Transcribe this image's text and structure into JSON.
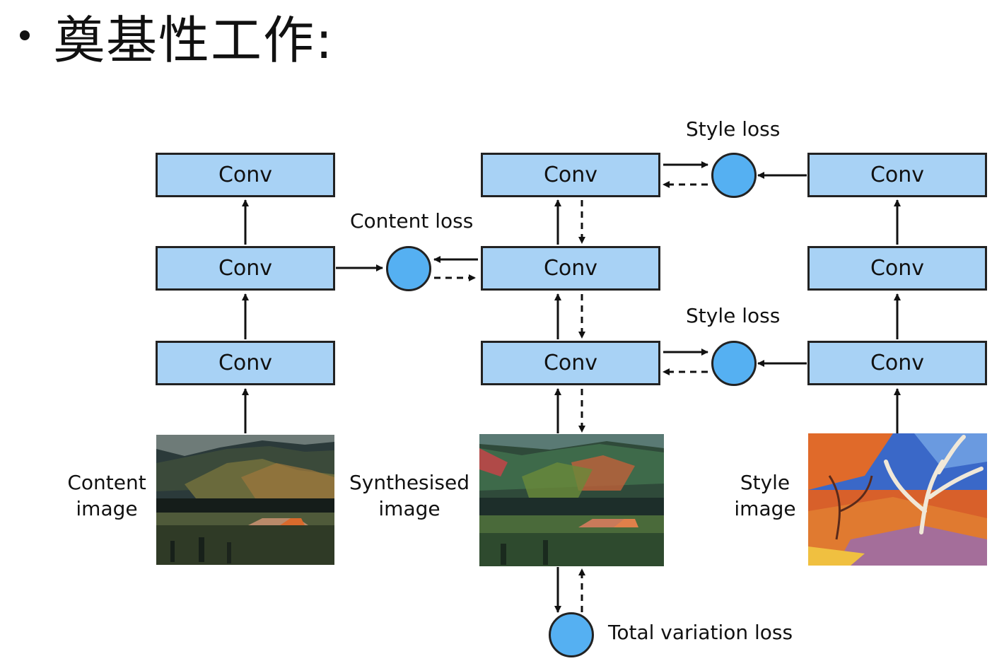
{
  "slide": {
    "title": "奠基性工作:"
  },
  "diagram": {
    "conv_label": "Conv",
    "content_loss_label": "Content loss",
    "style_loss_label": "Style loss",
    "total_variation_loss_label": "Total variation loss",
    "content_image_label": [
      "Content",
      "image"
    ],
    "synthesised_image_label": [
      "Synthesised",
      "image"
    ],
    "style_image_label": [
      "Style",
      "image"
    ],
    "colors": {
      "conv_fill": "#a8d2f5",
      "loss_fill": "#55b0f2",
      "stroke": "#222222"
    }
  }
}
